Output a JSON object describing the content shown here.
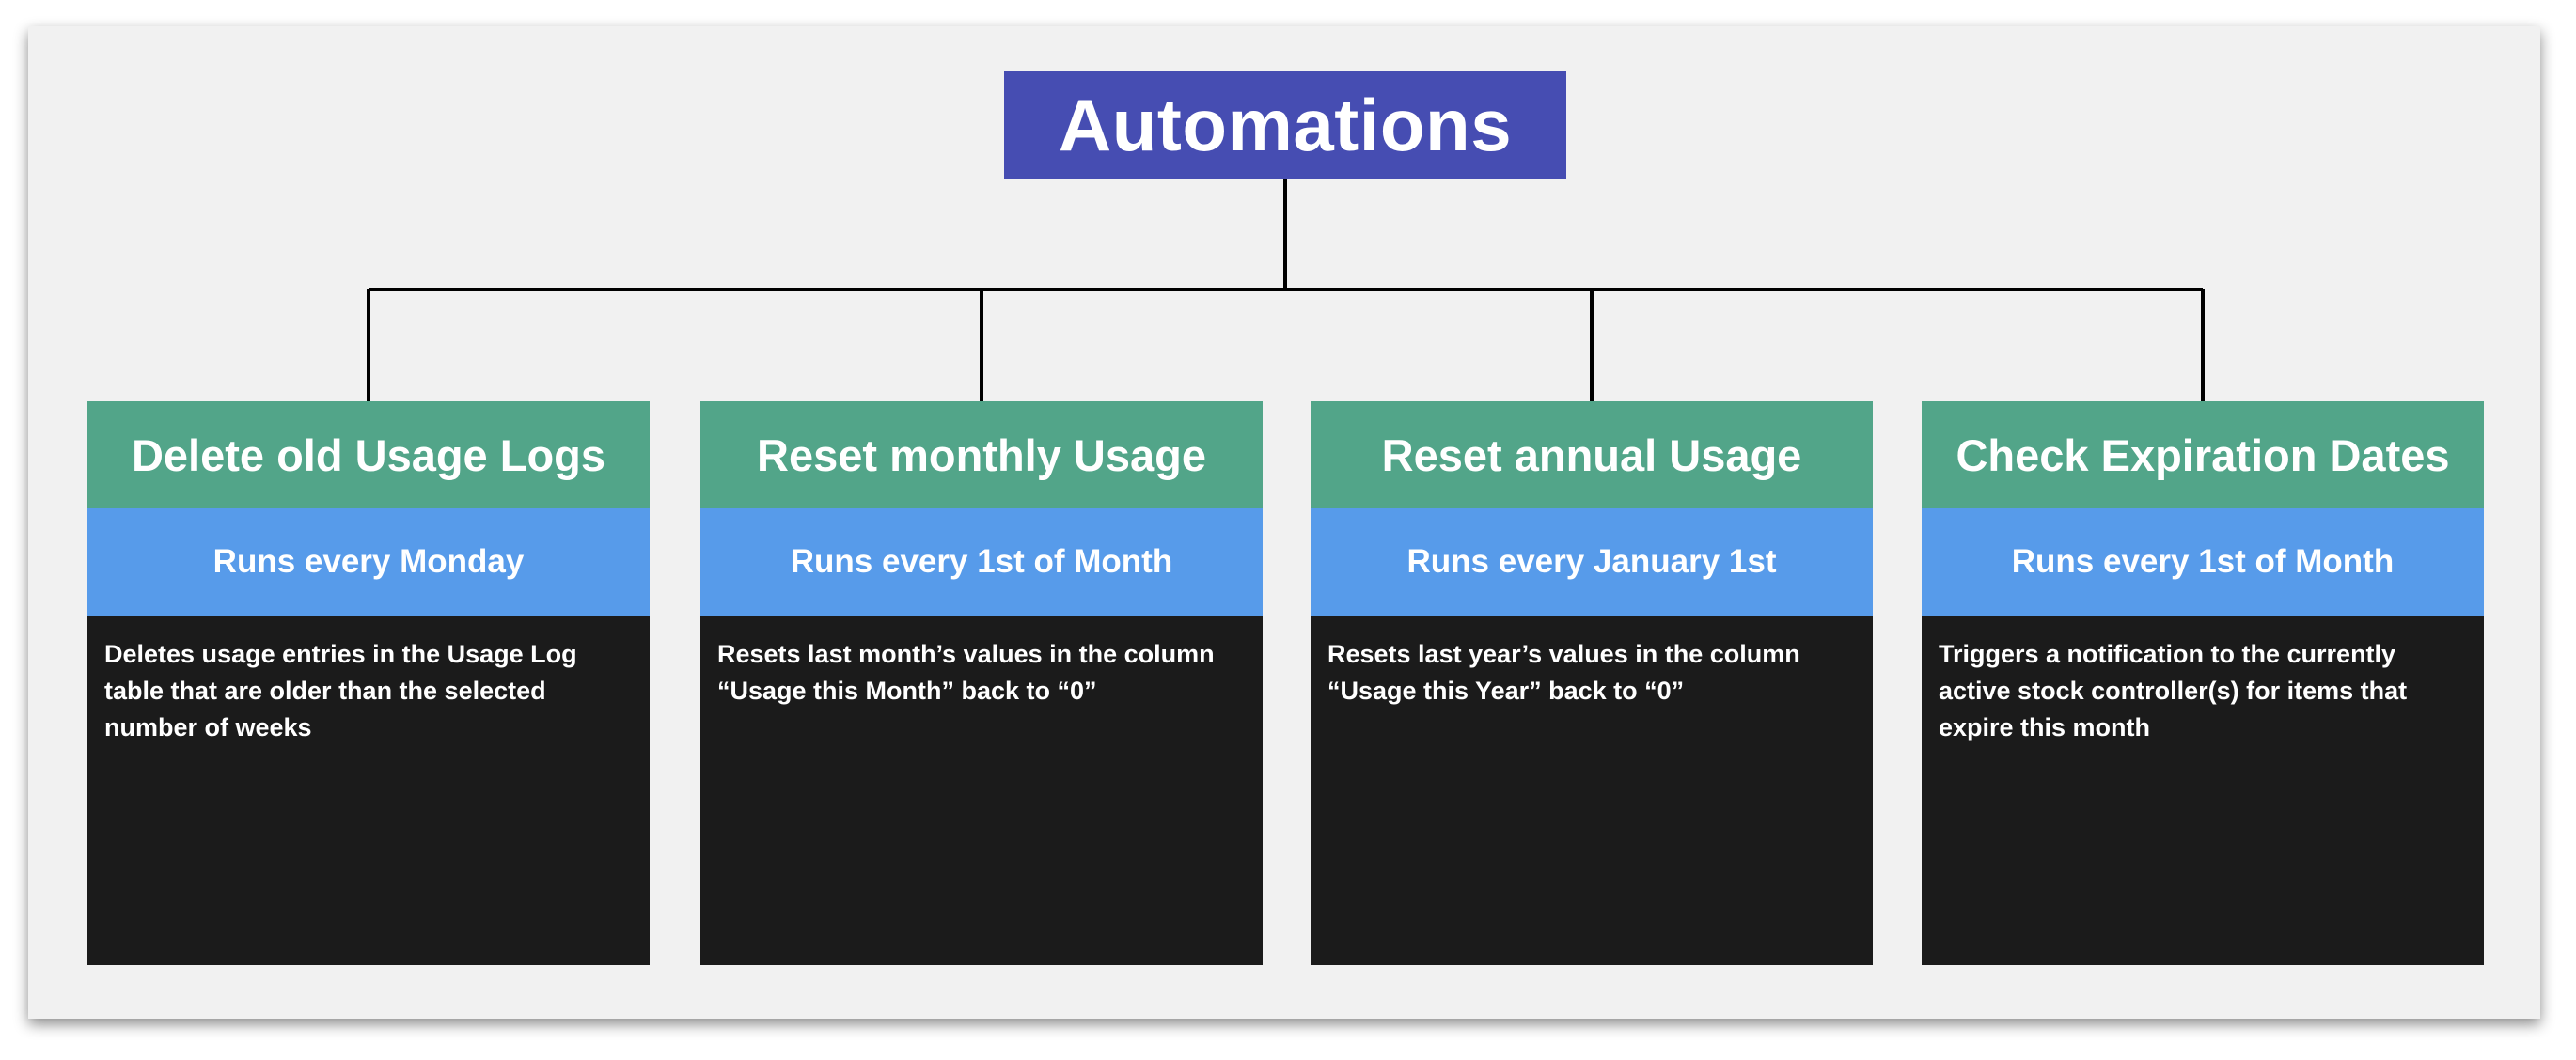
{
  "title": "Automations",
  "colors": {
    "title_bg": "#464db2",
    "card_header_bg": "#52a589",
    "schedule_bg": "#579bea",
    "description_bg": "#1b1b1b",
    "connector": "#000000",
    "canvas_bg": "#f1f1f1"
  },
  "automations": [
    {
      "name": "Delete old Usage Logs",
      "schedule": "Runs every Monday",
      "description": "Deletes usage entries in the Usage Log table that are older than the selected number of weeks"
    },
    {
      "name": "Reset monthly Usage",
      "schedule": "Runs every 1st of Month",
      "description": "Resets last month’s values in the column “Usage this Month” back to “0”"
    },
    {
      "name": "Reset annual Usage",
      "schedule": "Runs every January 1st",
      "description": "Resets last year’s values in the column “Usage this Year” back to “0”"
    },
    {
      "name": "Check Expiration Dates",
      "schedule": "Runs every 1st of Month",
      "description": "Triggers a notification to the currently active stock controller(s) for items that expire this month"
    }
  ]
}
